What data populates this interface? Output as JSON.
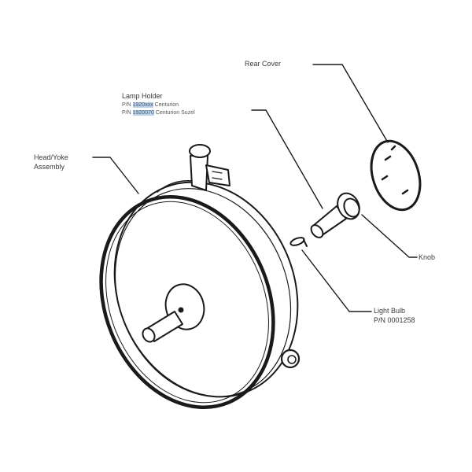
{
  "diagram": {
    "type": "exploded-parts-view",
    "background": "#ffffff",
    "line_color": "#1a1a1a",
    "highlight_color": "#b9d3ea",
    "callouts": {
      "rear_cover": {
        "label": "Rear Cover"
      },
      "lamp_holder": {
        "label": "Lamp Holder",
        "part_lines": [
          {
            "prefix": "P/N",
            "number": "1920xxx",
            "suffix": "Centurion"
          },
          {
            "prefix": "P/N",
            "number": "1920070",
            "suffix": "Centurion Suzel"
          }
        ]
      },
      "head_yoke": {
        "label_line1": "Head/Yoke",
        "label_line2": "Assembly"
      },
      "knob": {
        "label": "Knob"
      },
      "light_bulb": {
        "label": "Light Bulb",
        "part_number": "P/N 0001258"
      }
    }
  }
}
